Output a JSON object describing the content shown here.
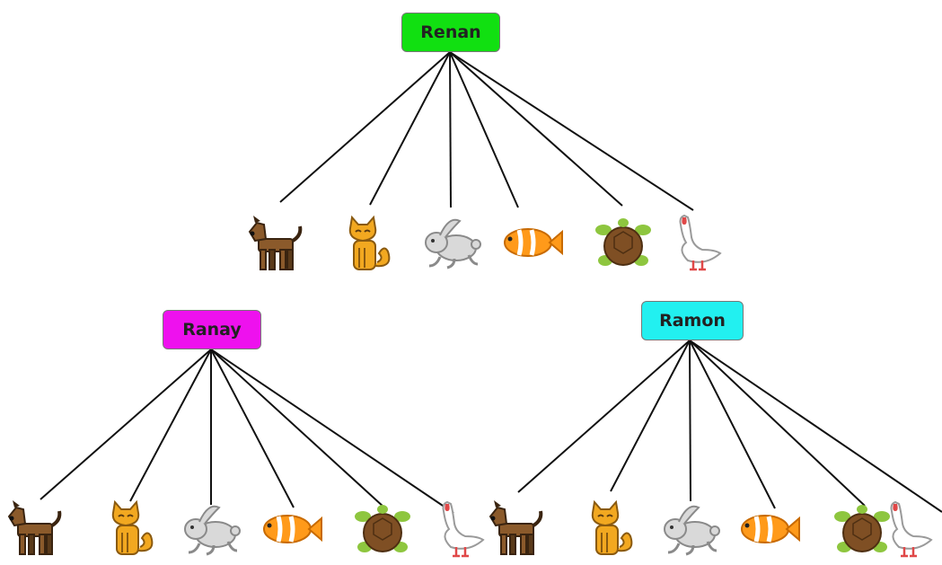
{
  "people": [
    {
      "name": "Renan",
      "color": "#11e011"
    },
    {
      "name": "Ranay",
      "color": "#ee11ee"
    },
    {
      "name": "Ramon",
      "color": "#22f0f0"
    }
  ],
  "animals": [
    {
      "kind": "dog",
      "icon": "dog-icon",
      "color": "#8b5a2b"
    },
    {
      "kind": "cat",
      "icon": "cat-icon",
      "color": "#f2a820"
    },
    {
      "kind": "rabbit",
      "icon": "rabbit-icon",
      "color": "#d9d9d9"
    },
    {
      "kind": "fish",
      "icon": "fish-icon",
      "color": "#ff9a1a"
    },
    {
      "kind": "turtle",
      "icon": "turtle-icon",
      "color": "#7f4f24"
    },
    {
      "kind": "goose",
      "icon": "goose-icon",
      "color": "#ffffff"
    }
  ]
}
